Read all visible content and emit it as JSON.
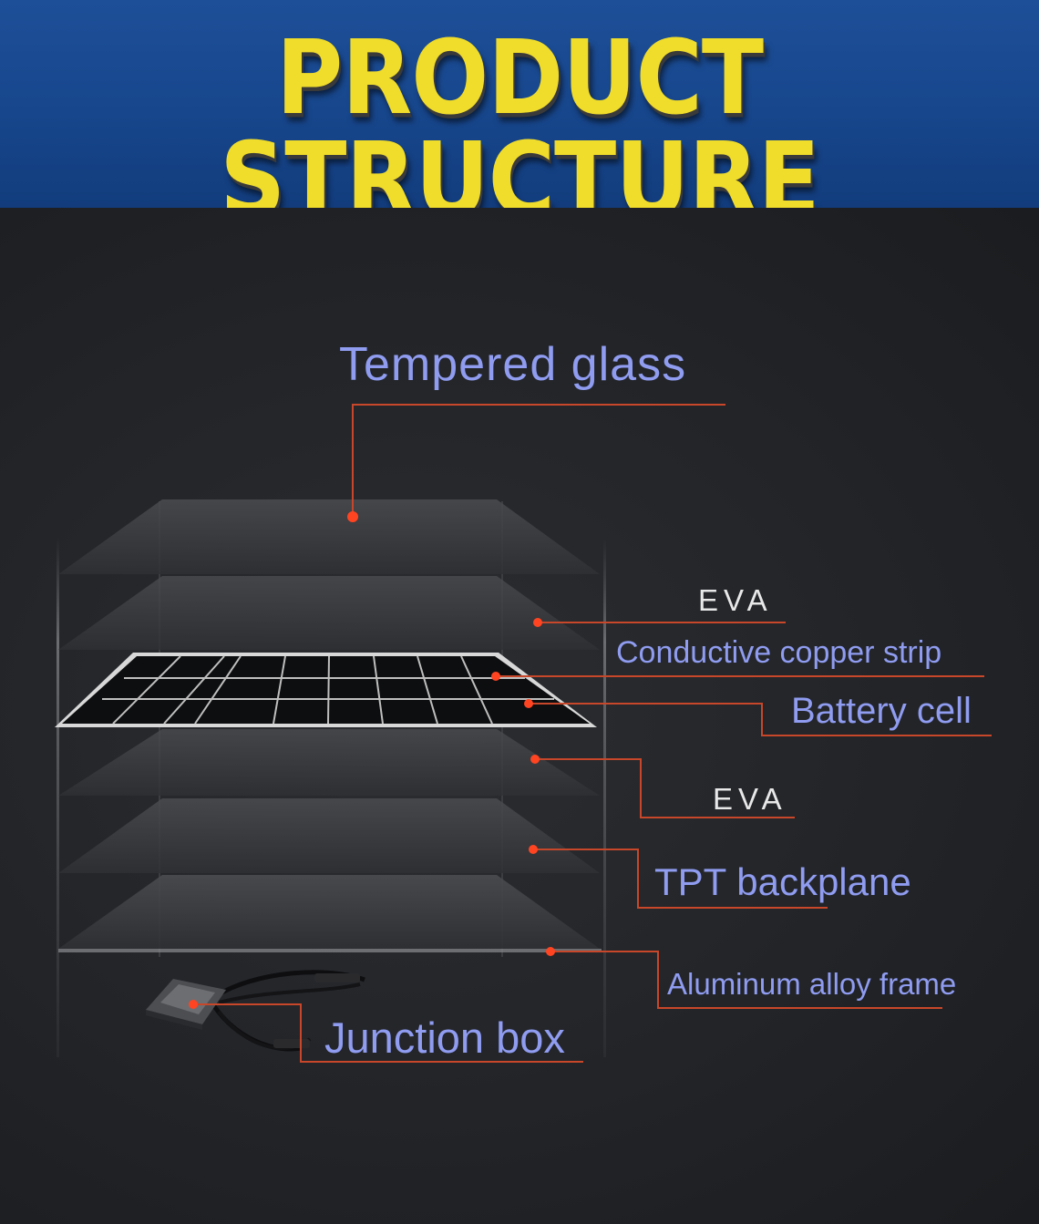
{
  "header": {
    "title": "PRODUCT STRUCTURE"
  },
  "diagram": {
    "labels": {
      "tempered_glass": "Tempered glass",
      "eva_top": "EVA",
      "conductive_copper_strip": "Conductive copper strip",
      "battery_cell": "Battery cell",
      "eva_bottom": "EVA",
      "tpt_backplane": "TPT backplane",
      "aluminum_alloy_frame": "Aluminum alloy frame",
      "junction_box": "Junction box"
    },
    "colors": {
      "banner_background": "#17468c",
      "title_yellow": "#f0dc2a",
      "label_text": "#8f9cf0",
      "eva_text": "#e8e8e8",
      "leader_line": "#c8472a",
      "marker_dot": "#ff4422",
      "background": "#222428"
    }
  }
}
